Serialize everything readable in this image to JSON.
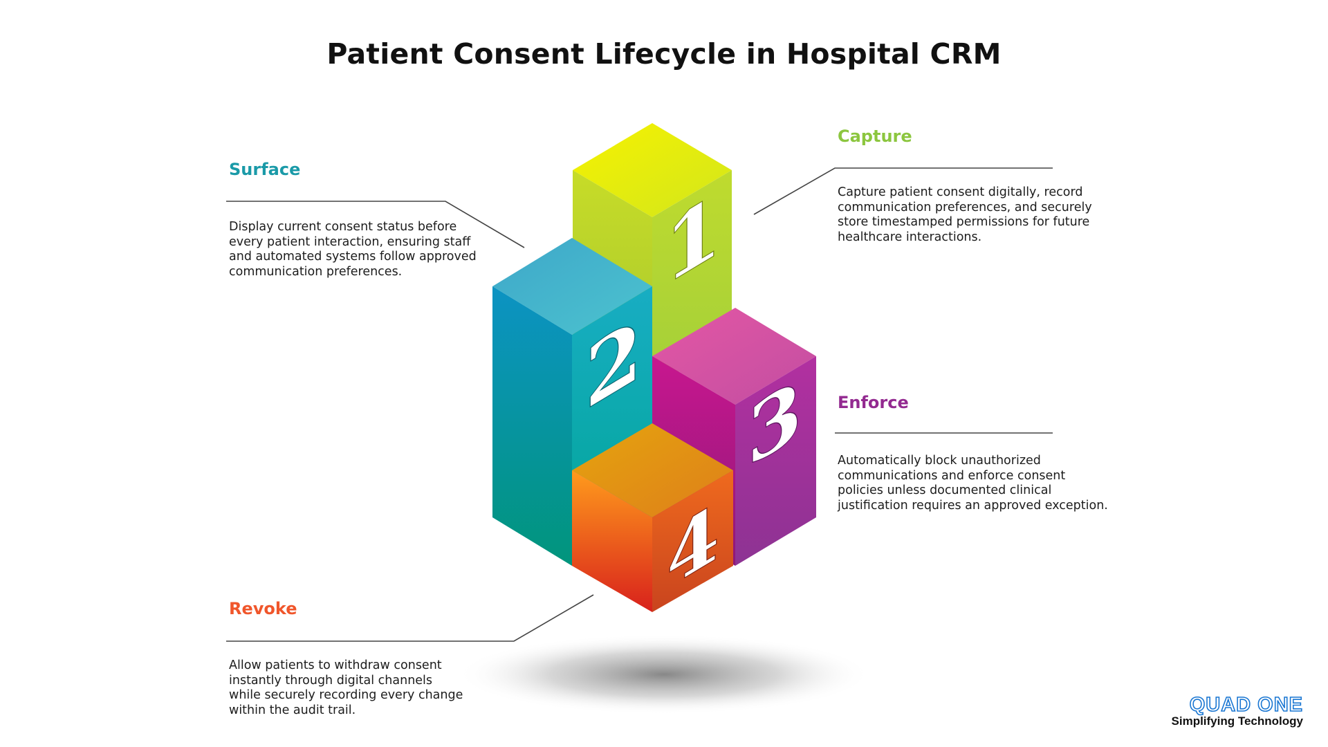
{
  "title": "Patient Consent Lifecycle in Hospital CRM",
  "steps": [
    {
      "number": "1",
      "title": "Capture",
      "color": "#8cc63f",
      "lines": [
        "Capture patient consent digitally, record",
        "communication preferences, and securely",
        "store timestamped permissions for future",
        "healthcare interactions."
      ]
    },
    {
      "number": "2",
      "title": "Surface",
      "color": "#1a9aa8",
      "lines": [
        "Display current consent status before",
        "every patient interaction, ensuring staff",
        "and automated systems follow approved",
        "communication preferences."
      ]
    },
    {
      "number": "3",
      "title": "Enforce",
      "color": "#932a90",
      "lines": [
        "Automatically block unauthorized",
        "communications and enforce consent",
        "policies unless documented clinical",
        "justification requires an approved exception."
      ]
    },
    {
      "number": "4",
      "title": "Revoke",
      "color": "#f0562b",
      "lines": [
        "Allow patients to withdraw consent",
        "instantly through digital channels",
        "while securely recording every change",
        "within the audit trail."
      ]
    }
  ],
  "logo": {
    "name": "QUAD ONE",
    "tagline": "Simplifying Technology",
    "color": "#1976d2"
  }
}
